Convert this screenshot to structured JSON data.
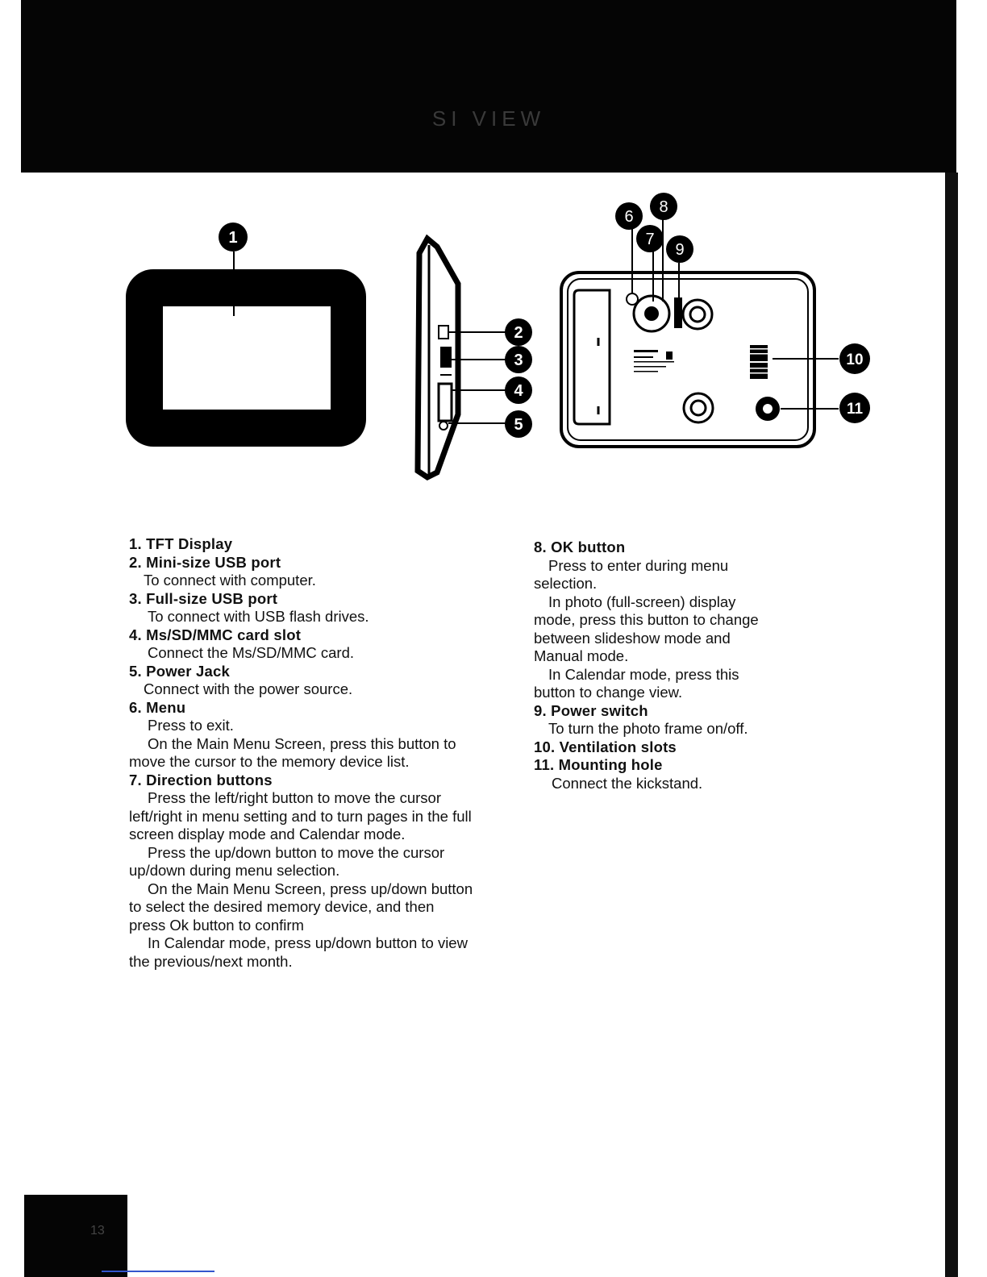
{
  "header": {
    "title": "SI VIEW"
  },
  "footer": {
    "page_number": "13"
  },
  "callouts": [
    "1",
    "2",
    "3",
    "4",
    "5",
    "6",
    "7",
    "8",
    "9",
    "10",
    "11"
  ],
  "left_column": [
    {
      "type": "heading",
      "text": "1. TFT Display"
    },
    {
      "type": "heading",
      "text": "2. Mini-size USB port"
    },
    {
      "type": "body",
      "indent": 1,
      "text": "To connect with computer."
    },
    {
      "type": "heading",
      "text": "3. Full-size USB port"
    },
    {
      "type": "body",
      "indent": 2,
      "text": "To connect with USB flash drives."
    },
    {
      "type": "heading",
      "text": "4. Ms/SD/MMC card slot"
    },
    {
      "type": "body",
      "indent": 2,
      "text": "Connect the Ms/SD/MMC card."
    },
    {
      "type": "heading",
      "text": "5. Power Jack"
    },
    {
      "type": "body",
      "indent": 1,
      "text": "Connect with the power source."
    },
    {
      "type": "heading",
      "text": "6. Menu"
    },
    {
      "type": "body",
      "indent": 2,
      "text": "Press to exit."
    },
    {
      "type": "body",
      "indent": 2,
      "text": "On the Main Menu Screen, press this button to"
    },
    {
      "type": "body",
      "indent": 0,
      "text": "move the cursor to the memory device list."
    },
    {
      "type": "heading",
      "text": "7. Direction buttons"
    },
    {
      "type": "body",
      "indent": 2,
      "text": "Press the left/right  button to move the cursor"
    },
    {
      "type": "body",
      "indent": 0,
      "text": "left/right in menu setting and to turn pages in the full"
    },
    {
      "type": "body",
      "indent": 0,
      "text": "screen display mode and Calendar mode."
    },
    {
      "type": "body",
      "indent": 2,
      "text": "Press the up/down button to move the cursor"
    },
    {
      "type": "body",
      "indent": 0,
      "text": "up/down during menu selection."
    },
    {
      "type": "body",
      "indent": 2,
      "text": "On the Main Menu Screen, press up/down button"
    },
    {
      "type": "body",
      "indent": 0,
      "text": "to select the desired memory device, and then"
    },
    {
      "type": "body",
      "indent": 0,
      "text": "press Ok button to confirm"
    },
    {
      "type": "body",
      "indent": 2,
      "text": "In Calendar mode, press up/down button to view"
    },
    {
      "type": "body",
      "indent": 0,
      "text": "the previous/next month."
    }
  ],
  "right_column": [
    {
      "type": "heading",
      "text": "8. OK button"
    },
    {
      "type": "body",
      "indent": 1,
      "text": "Press to enter during menu"
    },
    {
      "type": "body",
      "indent": 0,
      "text": "selection."
    },
    {
      "type": "body",
      "indent": 1,
      "text": "In photo (full-screen) display"
    },
    {
      "type": "body",
      "indent": 0,
      "text": "mode,  press this button to change"
    },
    {
      "type": "body",
      "indent": 0,
      "text": "between slideshow mode and"
    },
    {
      "type": "body",
      "indent": 0,
      "text": "Manual mode."
    },
    {
      "type": "body",
      "indent": 1,
      "text": "In Calendar mode, press this"
    },
    {
      "type": "body",
      "indent": 0,
      "text": "button to change view."
    },
    {
      "type": "heading",
      "text": "9. Power switch"
    },
    {
      "type": "body",
      "indent": 1,
      "text": "To turn the photo frame on/off."
    },
    {
      "type": "heading",
      "text": "10. Ventilation slots"
    },
    {
      "type": "heading",
      "text": "11. Mounting hole"
    },
    {
      "type": "body",
      "indent": 3,
      "text": "Connect the kickstand."
    }
  ]
}
